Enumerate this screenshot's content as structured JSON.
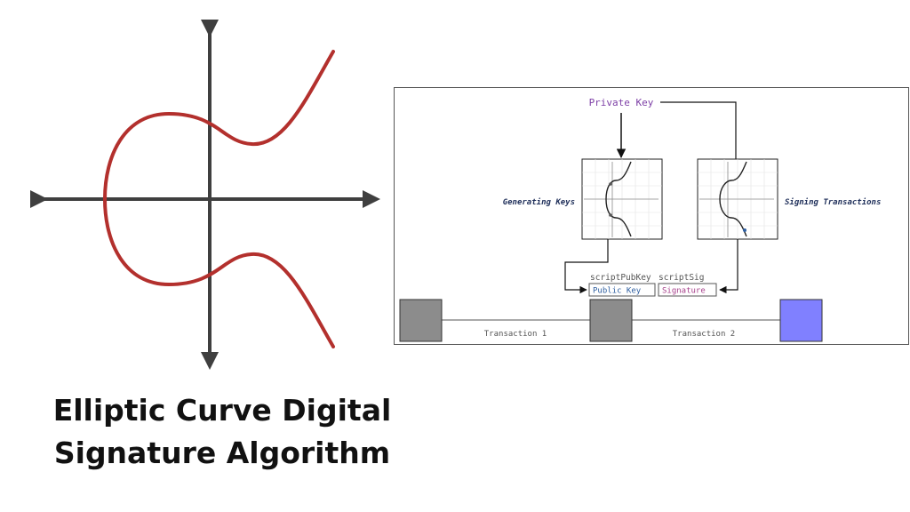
{
  "title": {
    "line1": "Elliptic Curve Digital",
    "line2": "Signature Algorithm"
  },
  "diagram": {
    "private_key": "Private Key",
    "generating_keys": "Generating Keys",
    "signing_transactions": "Signing Transactions",
    "script_pubkey": "scriptPubKey",
    "script_sig": "scriptSig",
    "public_key": "Public Key",
    "signature": "Signature",
    "transaction_1": "Transaction 1",
    "transaction_2": "Transaction 2"
  },
  "colors": {
    "curve": "#b3302d",
    "axis": "#3f3f3f",
    "private_key_text": "#7d3fa6",
    "public_key_text": "#2f5fa0",
    "signature_text": "#a63f8a",
    "italic_label": "#1f2f5a",
    "gray_block": "#8c8c8c",
    "purple_block": "#8080ff"
  }
}
